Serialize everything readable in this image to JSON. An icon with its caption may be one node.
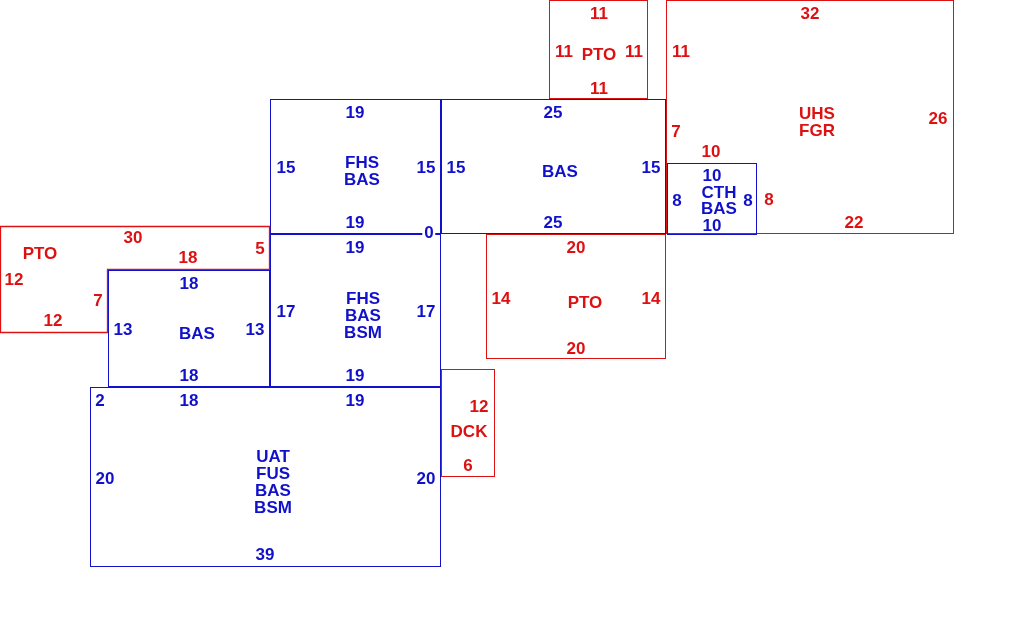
{
  "diagram": {
    "nodes": [
      {
        "text": [
          "11",
          "11",
          "PTO",
          "11",
          "11"
        ]
      },
      {
        "text": [
          "32",
          "11",
          "UHS",
          "FGR",
          "26",
          "7",
          "10",
          "8",
          "22"
        ]
      },
      {
        "text": [
          "19",
          "15",
          "FHS",
          "BAS",
          "15",
          "19"
        ]
      },
      {
        "text": [
          "25",
          "15",
          "BAS",
          "15",
          "25"
        ]
      },
      {
        "text": [
          "10",
          "8",
          "CTH",
          "BAS",
          "8",
          "10"
        ],
        "in": 1
      },
      {
        "text": [
          "30",
          "PTO",
          "18",
          "5",
          "12",
          "7",
          "12"
        ]
      },
      {
        "text": [
          "19",
          "17",
          "FHS",
          "BAS",
          "BSM",
          "17",
          "19"
        ]
      },
      {
        "text": [
          "20",
          "14",
          "PTO",
          "14",
          "20"
        ]
      },
      {
        "text": [
          "18",
          "13",
          "BAS",
          "13",
          "18"
        ]
      },
      {
        "text": [
          "12",
          "DCK",
          "6"
        ]
      },
      {
        "text": [
          "2",
          "18",
          "19",
          "UAT",
          "FUS",
          "BAS",
          "BSM",
          "20",
          "20",
          "39"
        ]
      }
    ],
    "edges": [],
    "labels": [
      "0"
    ]
  }
}
